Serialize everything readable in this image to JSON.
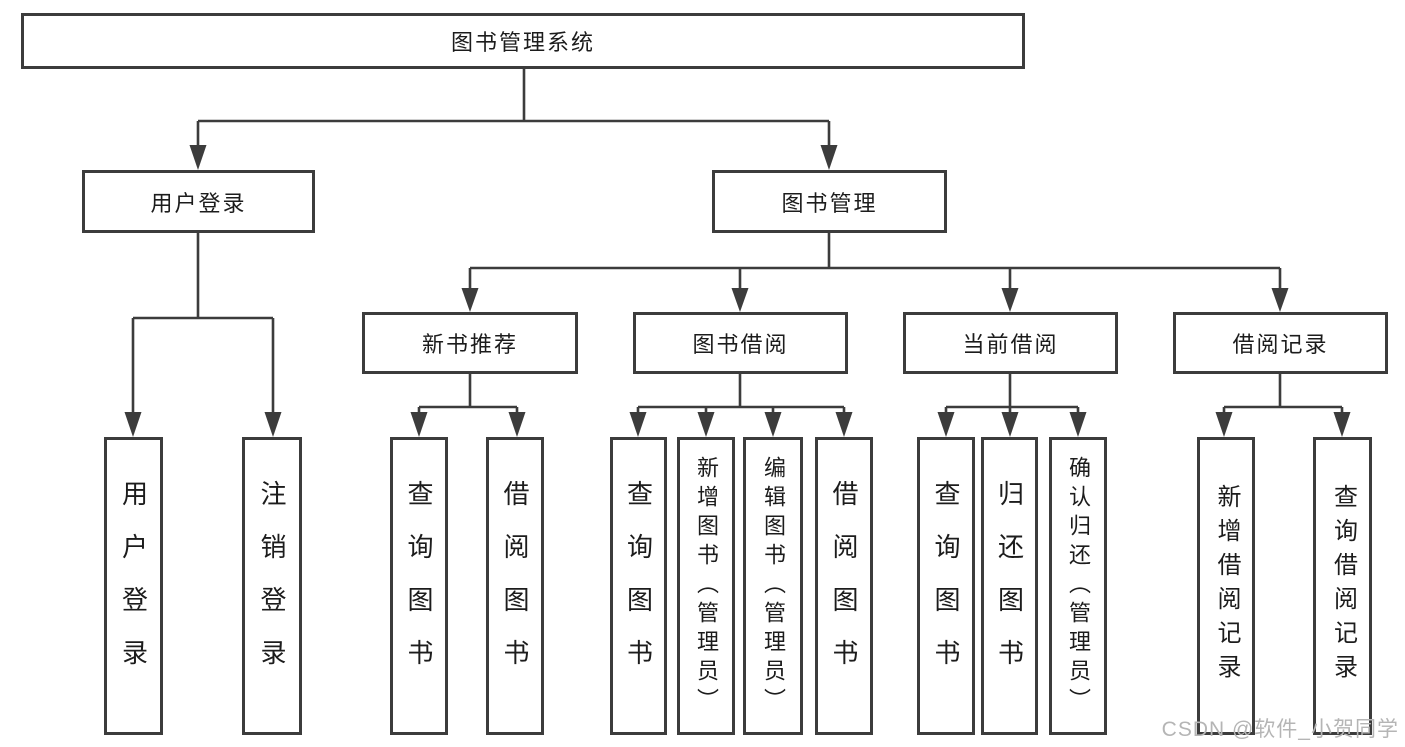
{
  "tree": {
    "root": {
      "label": "图书管理系统",
      "children": [
        {
          "label": "用户登录",
          "children": [
            {
              "label": "用户登录"
            },
            {
              "label": "注销登录"
            }
          ]
        },
        {
          "label": "图书管理",
          "children": [
            {
              "label": "新书推荐",
              "children": [
                {
                  "label": "查询图书"
                },
                {
                  "label": "借阅图书"
                }
              ]
            },
            {
              "label": "图书借阅",
              "children": [
                {
                  "label": "查询图书"
                },
                {
                  "label": "新增图书（管理员）"
                },
                {
                  "label": "编辑图书（管理员）"
                },
                {
                  "label": "借阅图书"
                }
              ]
            },
            {
              "label": "当前借阅",
              "children": [
                {
                  "label": "查询图书"
                },
                {
                  "label": "归还图书"
                },
                {
                  "label": "确认归还（管理员）"
                }
              ]
            },
            {
              "label": "借阅记录",
              "children": [
                {
                  "label": "新增借阅记录"
                },
                {
                  "label": "查询借阅记录"
                }
              ]
            }
          ]
        }
      ]
    }
  },
  "watermark": {
    "text": "CSDN @软件_小贺同学"
  },
  "colors": {
    "line": "#3c3c3c",
    "text": "#1c1c1c",
    "watermark": "#b5b5b5",
    "background": "#ffffff"
  }
}
